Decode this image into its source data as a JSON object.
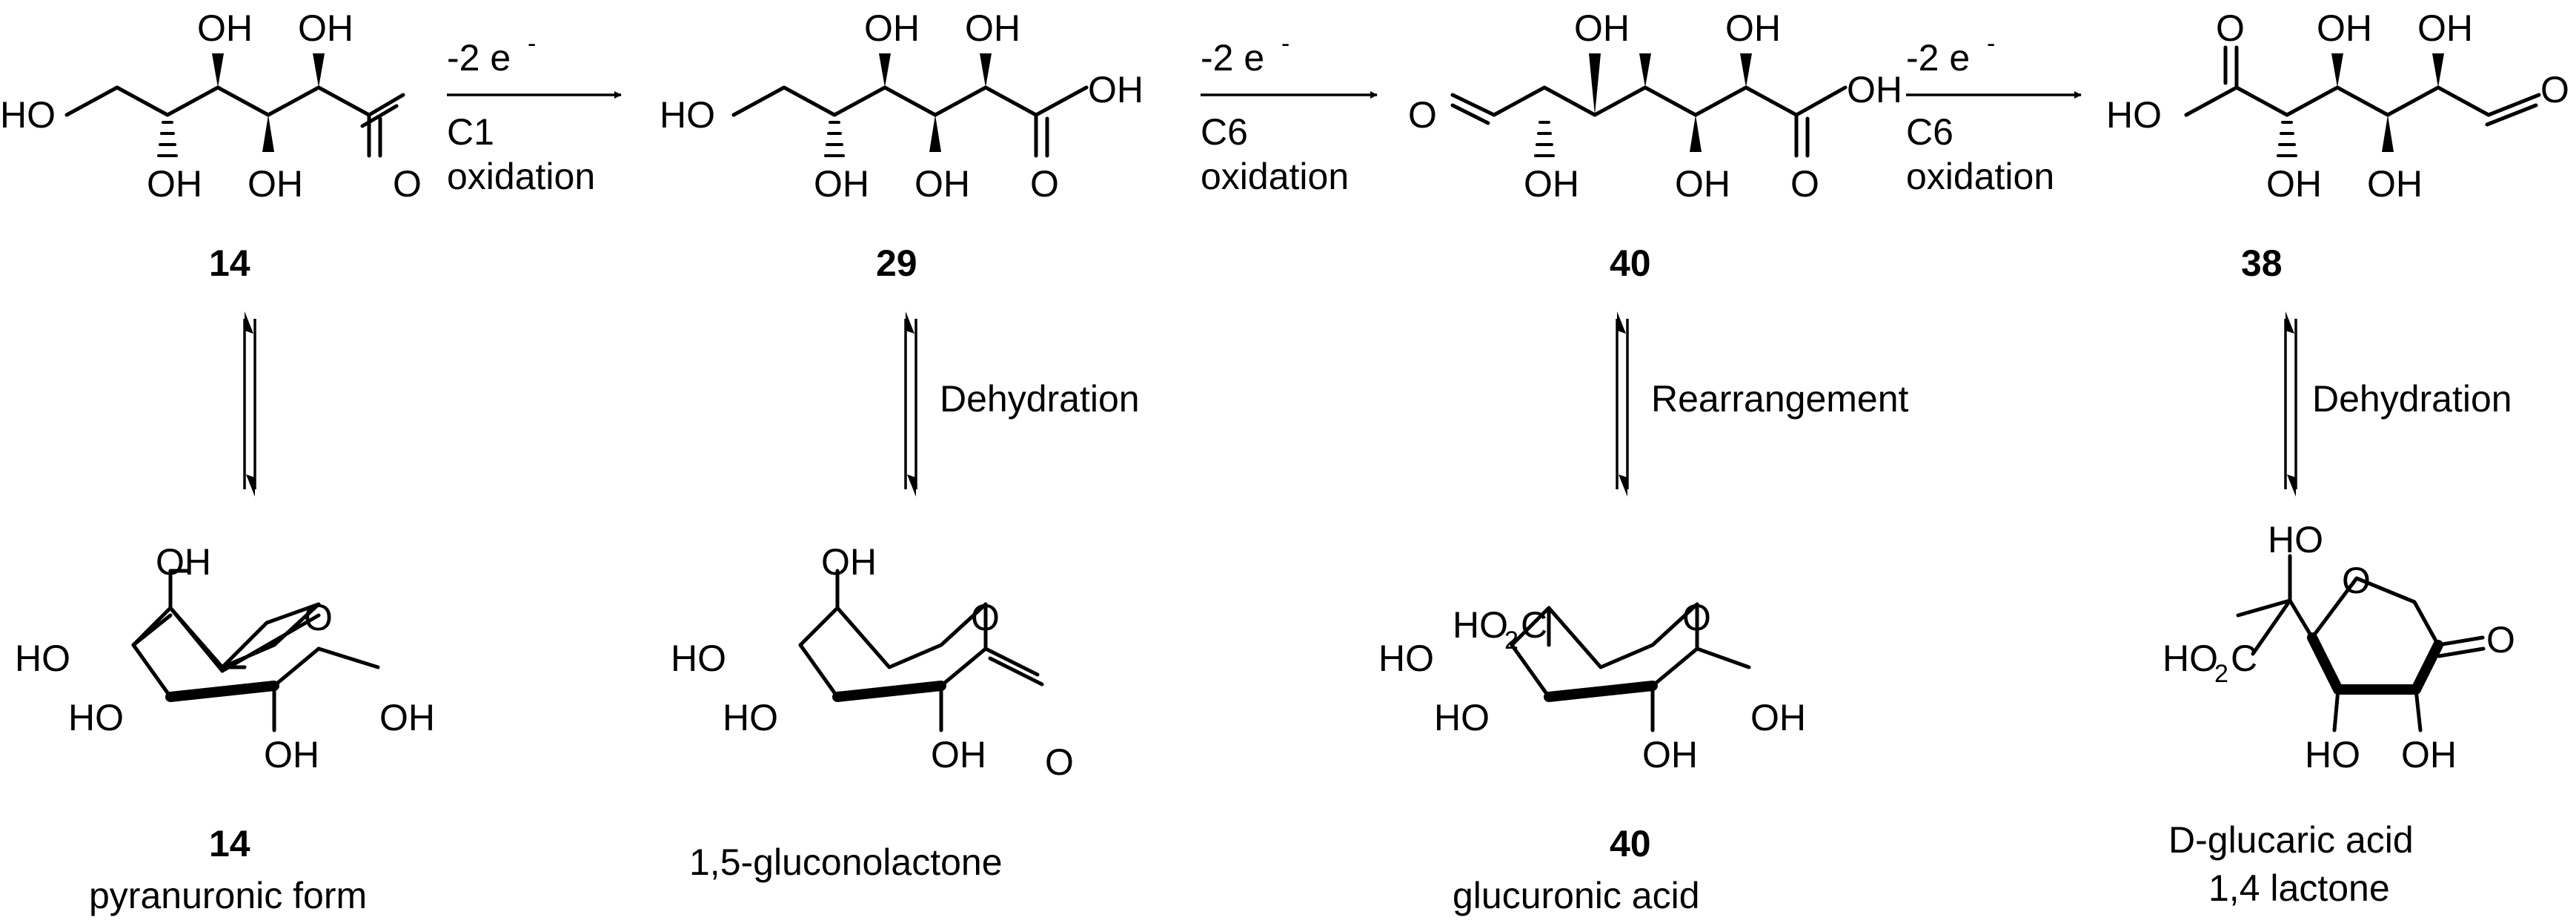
{
  "compounds": {
    "c14": {
      "number": "14",
      "ring_number": "14",
      "ring_name": "pyranuronic form"
    },
    "c29": {
      "number": "29",
      "ring_name": "1,5-gluconolactone"
    },
    "c40": {
      "number": "40",
      "ring_number": "40",
      "ring_name": "glucuronic acid"
    },
    "c38": {
      "number": "38",
      "ring_name_line1": "D-glucaric acid",
      "ring_name_line2": "1,4 lactone"
    }
  },
  "steps": {
    "s1": {
      "top": "-2 e",
      "sup": "-",
      "line1": "C1",
      "line2": "oxidation"
    },
    "s2": {
      "top": "-2 e",
      "sup": "-",
      "line1": "C6",
      "line2": "oxidation"
    },
    "s3": {
      "top": "-2 e",
      "sup": "-",
      "line1": "C6",
      "line2": "oxidation"
    }
  },
  "equilibria": {
    "e1": "",
    "e2": "Dehydration",
    "e3": "Rearrangement",
    "e4": "Dehydration"
  },
  "atoms": {
    "oh": "OH",
    "ho": "HO",
    "o": "O",
    "ho2c_main": "HO",
    "ho2c_sub": "2",
    "ho2c_tail": "C"
  }
}
